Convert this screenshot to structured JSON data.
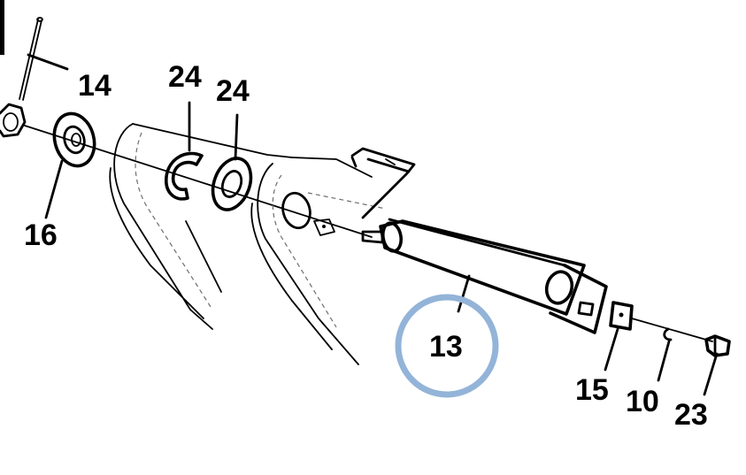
{
  "callouts": {
    "c14": "14",
    "c24a": "24",
    "c24b": "24",
    "c16": "16",
    "c13": "13",
    "c15": "15",
    "c10": "10",
    "c23": "23"
  },
  "colors": {
    "highlight_ring": "#93b4d8",
    "line": "#000000"
  }
}
